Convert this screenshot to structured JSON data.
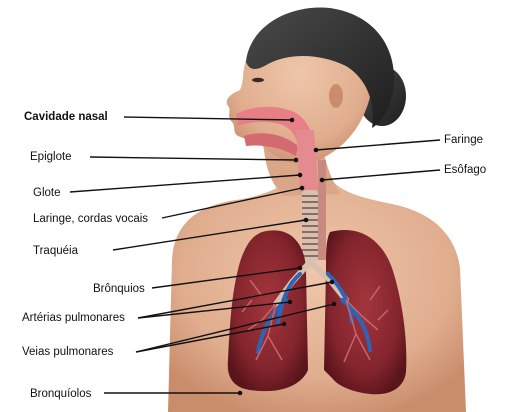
{
  "labels": {
    "cavidade_nasal": "Cavidade nasal",
    "epiglote": "Epiglote",
    "glote": "Glote",
    "laringe": "Laringe, cordas vocais",
    "traqueia": "Traquéia",
    "bronquios": "Brônquios",
    "arterias": "Artérias pulmonares",
    "veias": "Veias pulmonares",
    "bronquiolos": "Bronquíolos",
    "faringe": "Faringe",
    "esofago": "Esôfago"
  },
  "colors": {
    "background": "#ffffff",
    "skin": "#e3b497",
    "skin_shadow": "#c98d6c",
    "hair": "#2f2f2f",
    "lung": "#8e2a32",
    "lung_dark": "#5f161d",
    "vein_blue": "#2e63b8",
    "trachea": "#d8c0b0",
    "airway_pink": "#e87f86",
    "leader_line": "#111111"
  }
}
